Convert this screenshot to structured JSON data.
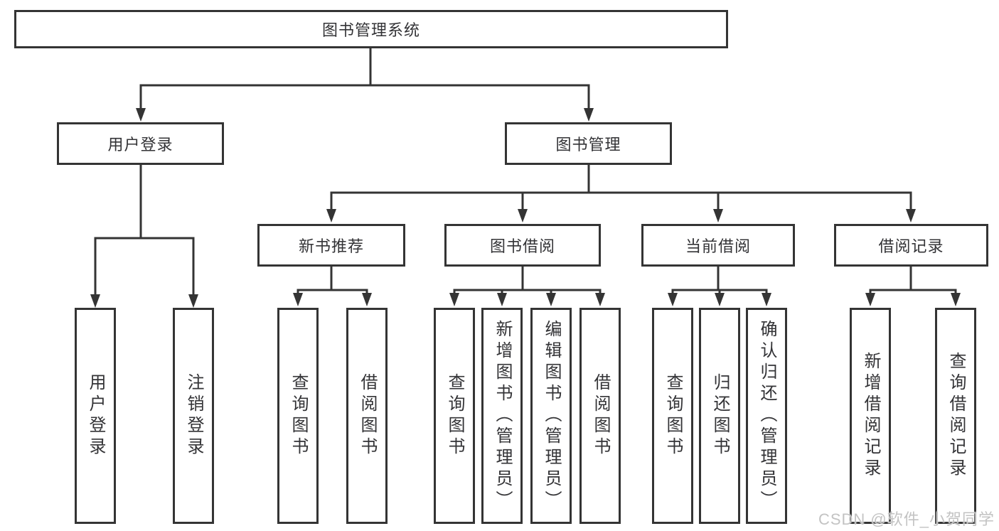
{
  "diagram": {
    "type": "hierarchy-tree",
    "root": {
      "label": "图书管理系统",
      "children": [
        {
          "label": "用户登录",
          "children": [
            {
              "label": "用户登录"
            },
            {
              "label": "注销登录"
            }
          ]
        },
        {
          "label": "图书管理",
          "children": [
            {
              "label": "新书推荐",
              "children": [
                {
                  "label": "查询图书"
                },
                {
                  "label": "借阅图书"
                }
              ]
            },
            {
              "label": "图书借阅",
              "children": [
                {
                  "label": "查询图书"
                },
                {
                  "label": "新增图书（管理员）"
                },
                {
                  "label": "编辑图书（管理员）"
                },
                {
                  "label": "借阅图书"
                }
              ]
            },
            {
              "label": "当前借阅",
              "children": [
                {
                  "label": "查询图书"
                },
                {
                  "label": "归还图书"
                },
                {
                  "label": "确认归还（管理员）"
                }
              ]
            },
            {
              "label": "借阅记录",
              "children": [
                {
                  "label": "新增借阅记录"
                },
                {
                  "label": "查询借阅记录"
                }
              ]
            }
          ]
        }
      ]
    }
  },
  "watermark": {
    "text": "CSDN @软件_小贺同学"
  },
  "colors": {
    "line": "#343434",
    "box_border": "#343434",
    "text": "#333336",
    "watermark": "#c3c3c3",
    "background": "#ffffff"
  }
}
